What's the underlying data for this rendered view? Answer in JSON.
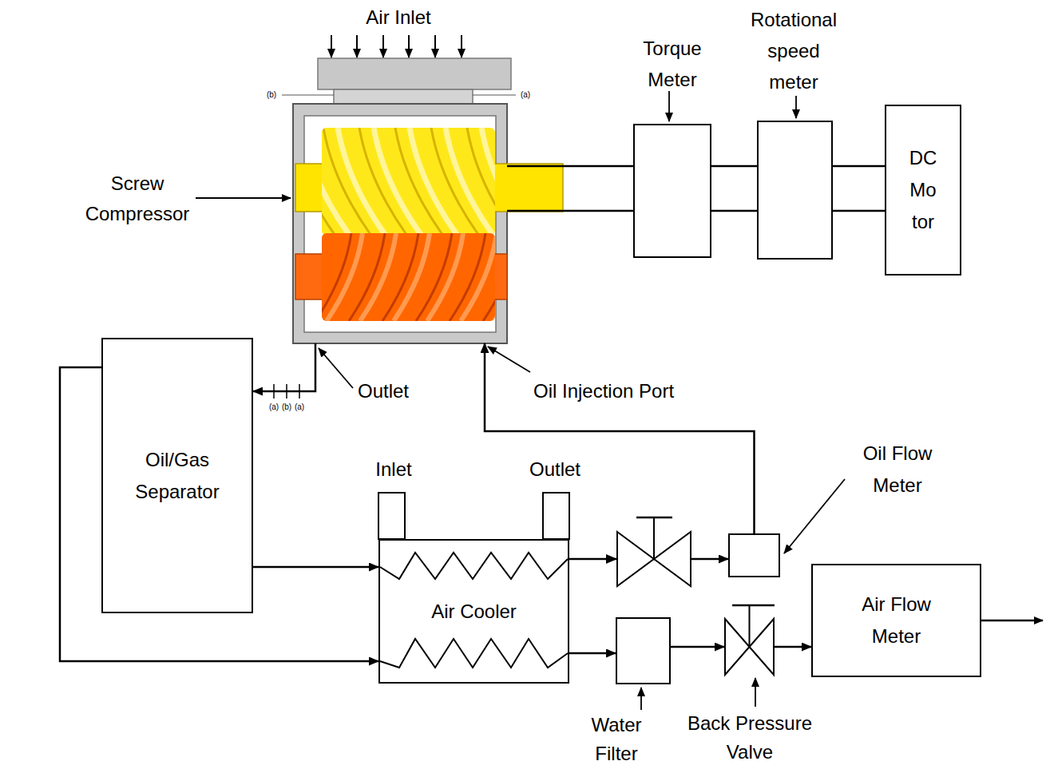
{
  "diagram": {
    "nodes": [
      {
        "text": [
          "Screw Compressor"
        ]
      },
      {
        "text": [
          "Torque Meter"
        ]
      },
      {
        "text": [
          "Rotational speed meter"
        ]
      },
      {
        "text": [
          "DC Mo tor"
        ]
      },
      {
        "text": [
          "Oil/Gas Separator"
        ]
      },
      {
        "text": [
          "Air Cooler"
        ]
      },
      {
        "text": [
          "Oil Flow Meter"
        ]
      },
      {
        "text": [
          "Air Flow Meter"
        ]
      },
      {
        "text": [
          "Water Filter"
        ]
      },
      {
        "text": [
          "Back Pressure Valve"
        ]
      }
    ],
    "edges": [
      {
        "from": 0,
        "to": 4,
        "arrow": "to"
      },
      {
        "from": 4,
        "to": 5,
        "arrow": "to"
      },
      {
        "from": 4,
        "to": 5,
        "arrow": "to"
      },
      {
        "from": 5,
        "to": 6,
        "arrow": "to"
      },
      {
        "from": 6,
        "to": 0,
        "arrow": "to"
      },
      {
        "from": 5,
        "to": 8,
        "arrow": "to"
      },
      {
        "from": 8,
        "to": 9,
        "arrow": "to"
      },
      {
        "from": 9,
        "to": 7,
        "arrow": "to"
      },
      {
        "from": 0,
        "to": 1,
        "arrow": "none"
      },
      {
        "from": 1,
        "to": 2,
        "arrow": "none"
      },
      {
        "from": 2,
        "to": 3,
        "arrow": "none"
      }
    ],
    "labels": [
      "Air Inlet",
      "(b)",
      "(a)",
      "Outlet",
      "(a)",
      "(b)",
      "(a)",
      "Oil Injection Port",
      "Inlet",
      "Outlet"
    ]
  }
}
